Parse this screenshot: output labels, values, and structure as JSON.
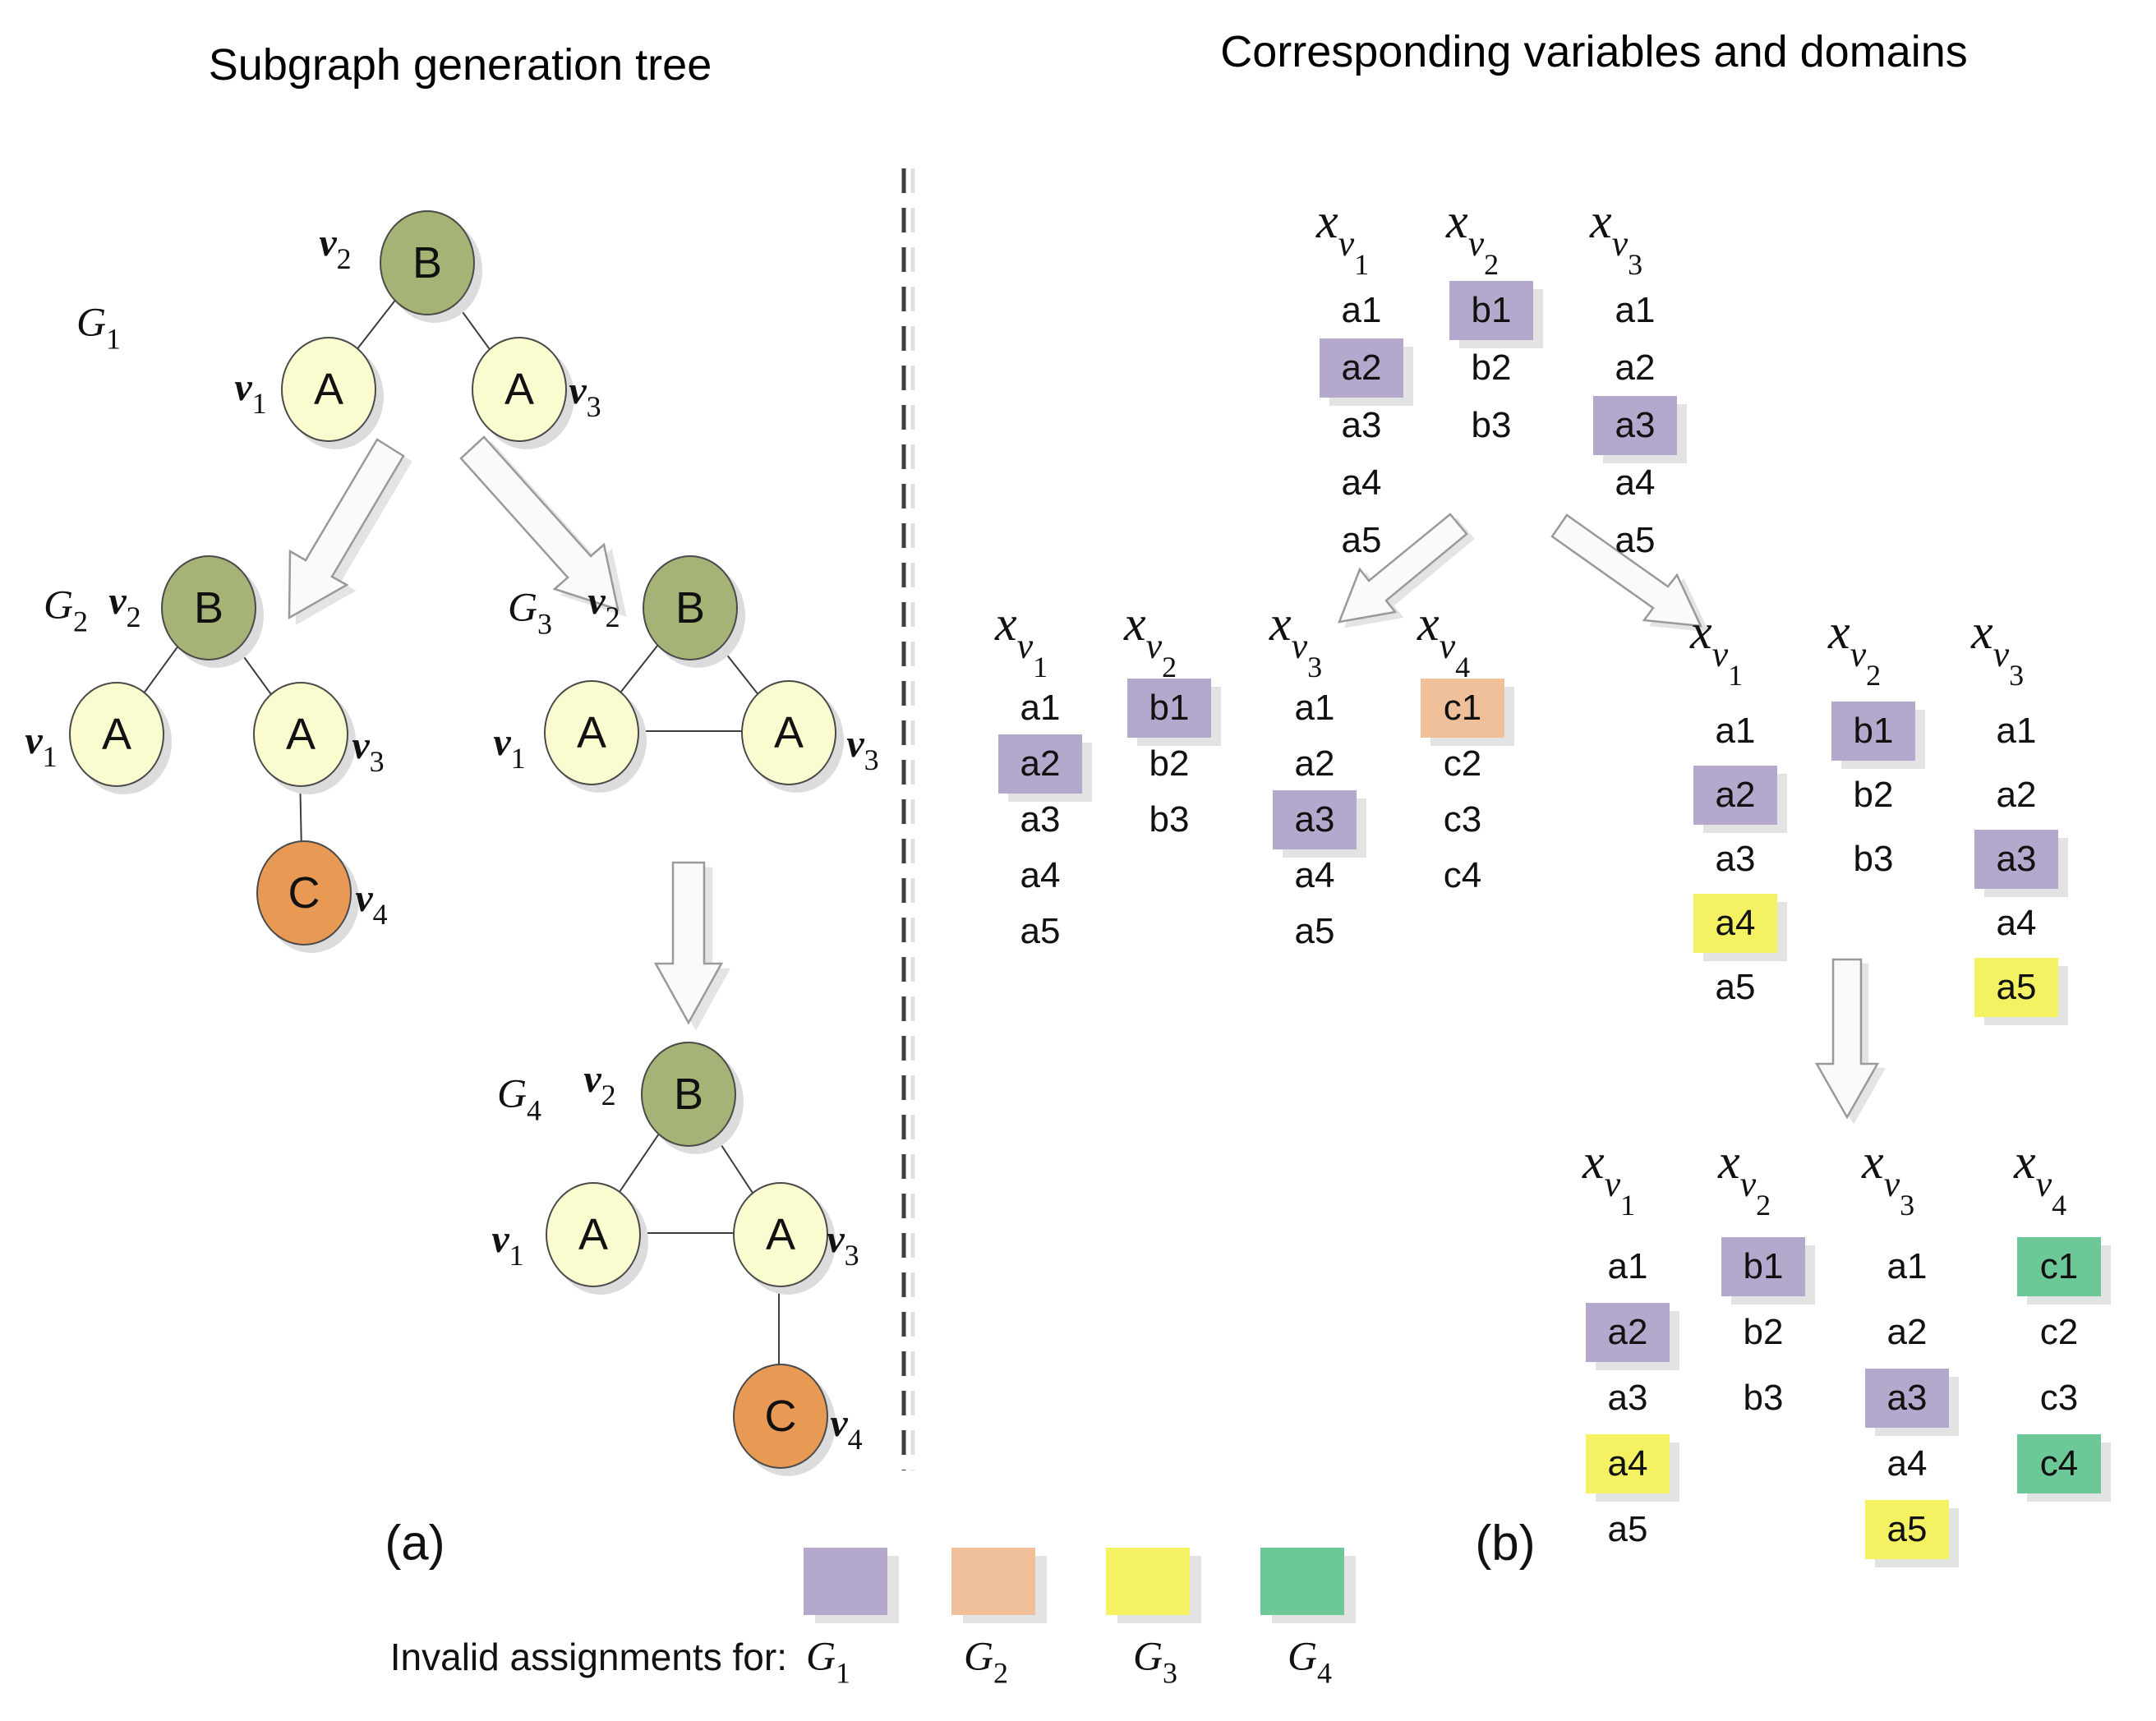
{
  "left_panel": {
    "title": "Subgraph generation tree",
    "panel_label": "(a)",
    "graphs": [
      {
        "name": {
          "base": "G",
          "sub": "1"
        },
        "nodes": [
          {
            "letter": "B",
            "v": {
              "base": "v",
              "sub": "2"
            }
          },
          {
            "letter": "A",
            "v": {
              "base": "v",
              "sub": "1"
            }
          },
          {
            "letter": "A",
            "v": {
              "base": "v",
              "sub": "3"
            }
          }
        ]
      },
      {
        "name": {
          "base": "G",
          "sub": "2"
        },
        "nodes": [
          {
            "letter": "B",
            "v": {
              "base": "v",
              "sub": "2"
            }
          },
          {
            "letter": "A",
            "v": {
              "base": "v",
              "sub": "1"
            }
          },
          {
            "letter": "A",
            "v": {
              "base": "v",
              "sub": "3"
            }
          },
          {
            "letter": "C",
            "v": {
              "base": "v",
              "sub": "4"
            }
          }
        ]
      },
      {
        "name": {
          "base": "G",
          "sub": "3"
        },
        "nodes": [
          {
            "letter": "B",
            "v": {
              "base": "v",
              "sub": "2"
            }
          },
          {
            "letter": "A",
            "v": {
              "base": "v",
              "sub": "1"
            }
          },
          {
            "letter": "A",
            "v": {
              "base": "v",
              "sub": "3"
            }
          }
        ]
      },
      {
        "name": {
          "base": "G",
          "sub": "4"
        },
        "nodes": [
          {
            "letter": "B",
            "v": {
              "base": "v",
              "sub": "2"
            }
          },
          {
            "letter": "A",
            "v": {
              "base": "v",
              "sub": "1"
            }
          },
          {
            "letter": "A",
            "v": {
              "base": "v",
              "sub": "3"
            }
          },
          {
            "letter": "C",
            "v": {
              "base": "v",
              "sub": "4"
            }
          }
        ]
      }
    ]
  },
  "right_panel": {
    "title": "Corresponding variables and domains",
    "panel_label": "(b)",
    "groups": [
      {
        "columns": [
          {
            "header": {
              "base": "x",
              "sub": "v",
              "subsub": "1"
            },
            "values": [
              {
                "label": "a1"
              },
              {
                "label": "a2",
                "highlight": "purple"
              },
              {
                "label": "a3"
              },
              {
                "label": "a4"
              },
              {
                "label": "a5"
              }
            ]
          },
          {
            "header": {
              "base": "x",
              "sub": "v",
              "subsub": "2"
            },
            "values": [
              {
                "label": "b1",
                "highlight": "purple"
              },
              {
                "label": "b2"
              },
              {
                "label": "b3"
              }
            ]
          },
          {
            "header": {
              "base": "x",
              "sub": "v",
              "subsub": "3"
            },
            "values": [
              {
                "label": "a1"
              },
              {
                "label": "a2"
              },
              {
                "label": "a3",
                "highlight": "purple"
              },
              {
                "label": "a4"
              },
              {
                "label": "a5"
              }
            ]
          }
        ]
      },
      {
        "columns": [
          {
            "header": {
              "base": "x",
              "sub": "v",
              "subsub": "1"
            },
            "values": [
              {
                "label": "a1"
              },
              {
                "label": "a2",
                "highlight": "purple"
              },
              {
                "label": "a3"
              },
              {
                "label": "a4"
              },
              {
                "label": "a5"
              }
            ]
          },
          {
            "header": {
              "base": "x",
              "sub": "v",
              "subsub": "2"
            },
            "values": [
              {
                "label": "b1",
                "highlight": "purple"
              },
              {
                "label": "b2"
              },
              {
                "label": "b3"
              }
            ]
          },
          {
            "header": {
              "base": "x",
              "sub": "v",
              "subsub": "3"
            },
            "values": [
              {
                "label": "a1"
              },
              {
                "label": "a2"
              },
              {
                "label": "a3",
                "highlight": "purple"
              },
              {
                "label": "a4"
              },
              {
                "label": "a5"
              }
            ]
          },
          {
            "header": {
              "base": "x",
              "sub": "v",
              "subsub": "4"
            },
            "values": [
              {
                "label": "c1",
                "highlight": "orange"
              },
              {
                "label": "c2"
              },
              {
                "label": "c3"
              },
              {
                "label": "c4"
              }
            ]
          }
        ]
      },
      {
        "columns": [
          {
            "header": {
              "base": "x",
              "sub": "v",
              "subsub": "1"
            },
            "values": [
              {
                "label": "a1"
              },
              {
                "label": "a2",
                "highlight": "purple"
              },
              {
                "label": "a3"
              },
              {
                "label": "a4",
                "highlight": "yellow"
              },
              {
                "label": "a5"
              }
            ]
          },
          {
            "header": {
              "base": "x",
              "sub": "v",
              "subsub": "2"
            },
            "values": [
              {
                "label": "b1",
                "highlight": "purple"
              },
              {
                "label": "b2"
              },
              {
                "label": "b3"
              }
            ]
          },
          {
            "header": {
              "base": "x",
              "sub": "v",
              "subsub": "3"
            },
            "values": [
              {
                "label": "a1"
              },
              {
                "label": "a2"
              },
              {
                "label": "a3",
                "highlight": "purple"
              },
              {
                "label": "a4"
              },
              {
                "label": "a5",
                "highlight": "yellow"
              }
            ]
          }
        ]
      },
      {
        "columns": [
          {
            "header": {
              "base": "x",
              "sub": "v",
              "subsub": "1"
            },
            "values": [
              {
                "label": "a1"
              },
              {
                "label": "a2",
                "highlight": "purple"
              },
              {
                "label": "a3"
              },
              {
                "label": "a4",
                "highlight": "yellow"
              },
              {
                "label": "a5"
              }
            ]
          },
          {
            "header": {
              "base": "x",
              "sub": "v",
              "subsub": "2"
            },
            "values": [
              {
                "label": "b1",
                "highlight": "purple"
              },
              {
                "label": "b2"
              },
              {
                "label": "b3"
              }
            ]
          },
          {
            "header": {
              "base": "x",
              "sub": "v",
              "subsub": "3"
            },
            "values": [
              {
                "label": "a1"
              },
              {
                "label": "a2"
              },
              {
                "label": "a3",
                "highlight": "purple"
              },
              {
                "label": "a4"
              },
              {
                "label": "a5",
                "highlight": "yellow"
              }
            ]
          },
          {
            "header": {
              "base": "x",
              "sub": "v",
              "subsub": "4"
            },
            "values": [
              {
                "label": "c1",
                "highlight": "green"
              },
              {
                "label": "c2"
              },
              {
                "label": "c3"
              },
              {
                "label": "c4",
                "highlight": "green"
              }
            ]
          }
        ]
      }
    ]
  },
  "legend": {
    "caption": "Invalid assignments for:",
    "entries": [
      {
        "swatch": "purple",
        "label": {
          "base": "G",
          "sub": "1"
        }
      },
      {
        "swatch": "orange",
        "label": {
          "base": "G",
          "sub": "2"
        }
      },
      {
        "swatch": "yellow",
        "label": {
          "base": "G",
          "sub": "3"
        }
      },
      {
        "swatch": "green",
        "label": {
          "base": "G",
          "sub": "4"
        }
      }
    ]
  },
  "colors": {
    "purple": "#b4a8cc",
    "orange": "#efc099",
    "yellow": "#f4f163",
    "green": "#6cc897",
    "node_b": "#a5b377",
    "node_a": "#fbfbd0",
    "node_c": "#e89a55"
  }
}
